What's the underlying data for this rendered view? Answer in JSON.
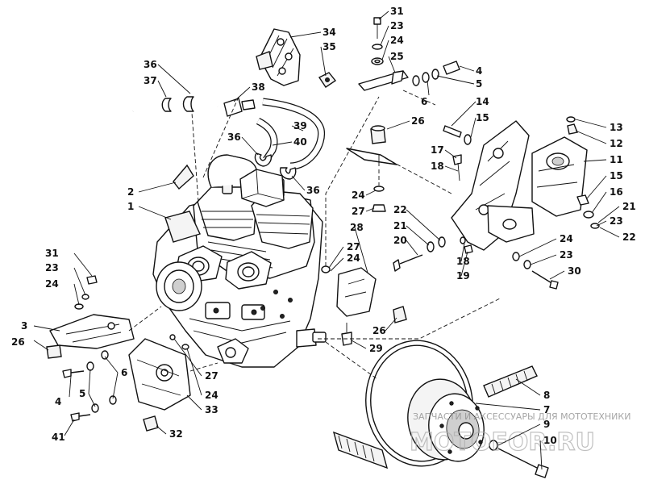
{
  "callouts": [
    {
      "id": "c31a",
      "label": "31"
    },
    {
      "id": "c23a",
      "label": "23"
    },
    {
      "id": "c24a",
      "label": "24"
    },
    {
      "id": "c25",
      "label": "25"
    },
    {
      "id": "c4a",
      "label": "4"
    },
    {
      "id": "c5a",
      "label": "5"
    },
    {
      "id": "c6a",
      "label": "6"
    },
    {
      "id": "c26a",
      "label": "26"
    },
    {
      "id": "c14",
      "label": "14"
    },
    {
      "id": "c15a",
      "label": "15"
    },
    {
      "id": "c13",
      "label": "13"
    },
    {
      "id": "c12",
      "label": "12"
    },
    {
      "id": "c11",
      "label": "11"
    },
    {
      "id": "c17",
      "label": "17"
    },
    {
      "id": "c18a",
      "label": "18"
    },
    {
      "id": "c15b",
      "label": "15"
    },
    {
      "id": "c16",
      "label": "16"
    },
    {
      "id": "c21a",
      "label": "21"
    },
    {
      "id": "c23b",
      "label": "23"
    },
    {
      "id": "c22a",
      "label": "22"
    },
    {
      "id": "c34",
      "label": "34"
    },
    {
      "id": "c35",
      "label": "35"
    },
    {
      "id": "c36a",
      "label": "36"
    },
    {
      "id": "c37",
      "label": "37"
    },
    {
      "id": "c38",
      "label": "38"
    },
    {
      "id": "c39",
      "label": "39"
    },
    {
      "id": "c36b",
      "label": "36"
    },
    {
      "id": "c40",
      "label": "40"
    },
    {
      "id": "c36c",
      "label": "36"
    },
    {
      "id": "c2",
      "label": "2"
    },
    {
      "id": "c1",
      "label": "1"
    },
    {
      "id": "c24b",
      "label": "24"
    },
    {
      "id": "c27a",
      "label": "27"
    },
    {
      "id": "c22b",
      "label": "22"
    },
    {
      "id": "c21b",
      "label": "21"
    },
    {
      "id": "c20",
      "label": "20"
    },
    {
      "id": "c28",
      "label": "28"
    },
    {
      "id": "c27b",
      "label": "27"
    },
    {
      "id": "c24c",
      "label": "24"
    },
    {
      "id": "c18b",
      "label": "18"
    },
    {
      "id": "c19",
      "label": "19"
    },
    {
      "id": "c24d",
      "label": "24"
    },
    {
      "id": "c23c",
      "label": "23"
    },
    {
      "id": "c30",
      "label": "30"
    },
    {
      "id": "c22c",
      "label": "22"
    },
    {
      "id": "c31b",
      "label": "31"
    },
    {
      "id": "c23d",
      "label": "23"
    },
    {
      "id": "c24e",
      "label": "24"
    },
    {
      "id": "c3",
      "label": "3"
    },
    {
      "id": "c26b",
      "label": "26"
    },
    {
      "id": "c26c",
      "label": "26"
    },
    {
      "id": "c29",
      "label": "29"
    },
    {
      "id": "c27c",
      "label": "27"
    },
    {
      "id": "c6b",
      "label": "6"
    },
    {
      "id": "c4b",
      "label": "4"
    },
    {
      "id": "c5b",
      "label": "5"
    },
    {
      "id": "c24f",
      "label": "24"
    },
    {
      "id": "c33",
      "label": "33"
    },
    {
      "id": "c41",
      "label": "41"
    },
    {
      "id": "c32",
      "label": "32"
    },
    {
      "id": "c8",
      "label": "8"
    },
    {
      "id": "c7",
      "label": "7"
    },
    {
      "id": "c9",
      "label": "9"
    },
    {
      "id": "c10",
      "label": "10"
    }
  ],
  "watermark": {
    "caption": "ЗАПЧАСТИ И АКСЕССУАРЫ ДЛЯ МОТОТЕХНИКИ",
    "site": "MOTOFOR.RU"
  }
}
